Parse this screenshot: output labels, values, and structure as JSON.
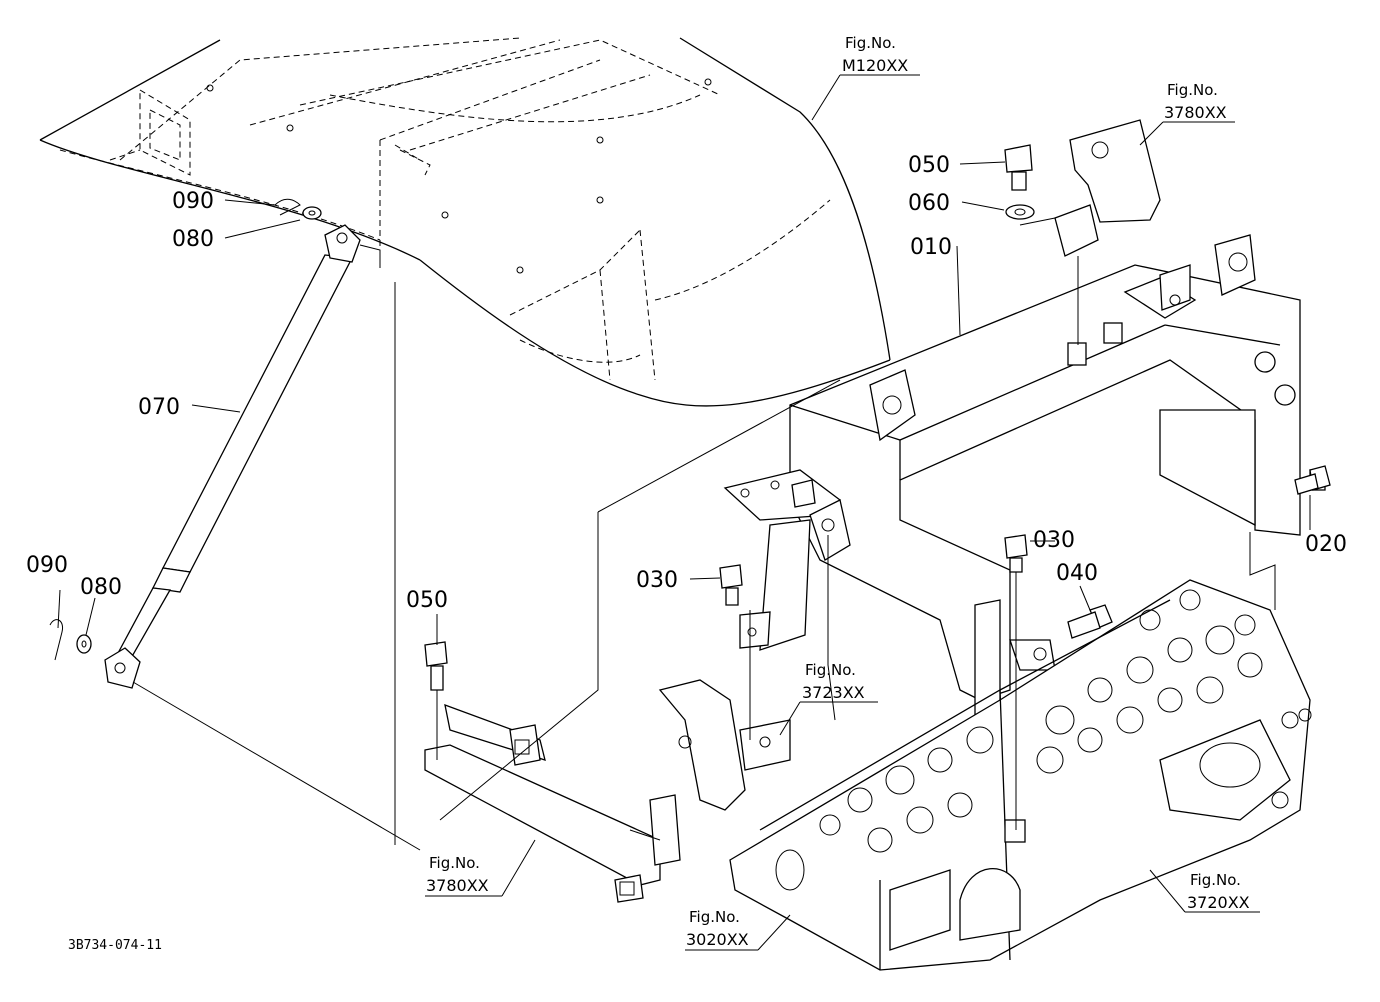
{
  "drawing_id": "3B734-074-11",
  "callouts": [
    {
      "id": "c010",
      "text": "010"
    },
    {
      "id": "c020",
      "text": "020"
    },
    {
      "id": "c030a",
      "text": "030"
    },
    {
      "id": "c030b",
      "text": "030"
    },
    {
      "id": "c040",
      "text": "040"
    },
    {
      "id": "c050a",
      "text": "050"
    },
    {
      "id": "c050b",
      "text": "050"
    },
    {
      "id": "c060",
      "text": "060"
    },
    {
      "id": "c070",
      "text": "070"
    },
    {
      "id": "c080a",
      "text": "080"
    },
    {
      "id": "c080b",
      "text": "080"
    },
    {
      "id": "c090a",
      "text": "090"
    },
    {
      "id": "c090b",
      "text": "090"
    }
  ],
  "fig_refs": [
    {
      "id": "fM120",
      "caption": "Fig.No.",
      "number": "M120XX"
    },
    {
      "id": "f3780a",
      "caption": "Fig.No.",
      "number": "3780XX"
    },
    {
      "id": "f3723",
      "caption": "Fig.No.",
      "number": "3723XX"
    },
    {
      "id": "f3780b",
      "caption": "Fig.No.",
      "number": "3780XX"
    },
    {
      "id": "f3020",
      "caption": "Fig.No.",
      "number": "3020XX"
    },
    {
      "id": "f3720",
      "caption": "Fig.No.",
      "number": "3720XX"
    }
  ]
}
